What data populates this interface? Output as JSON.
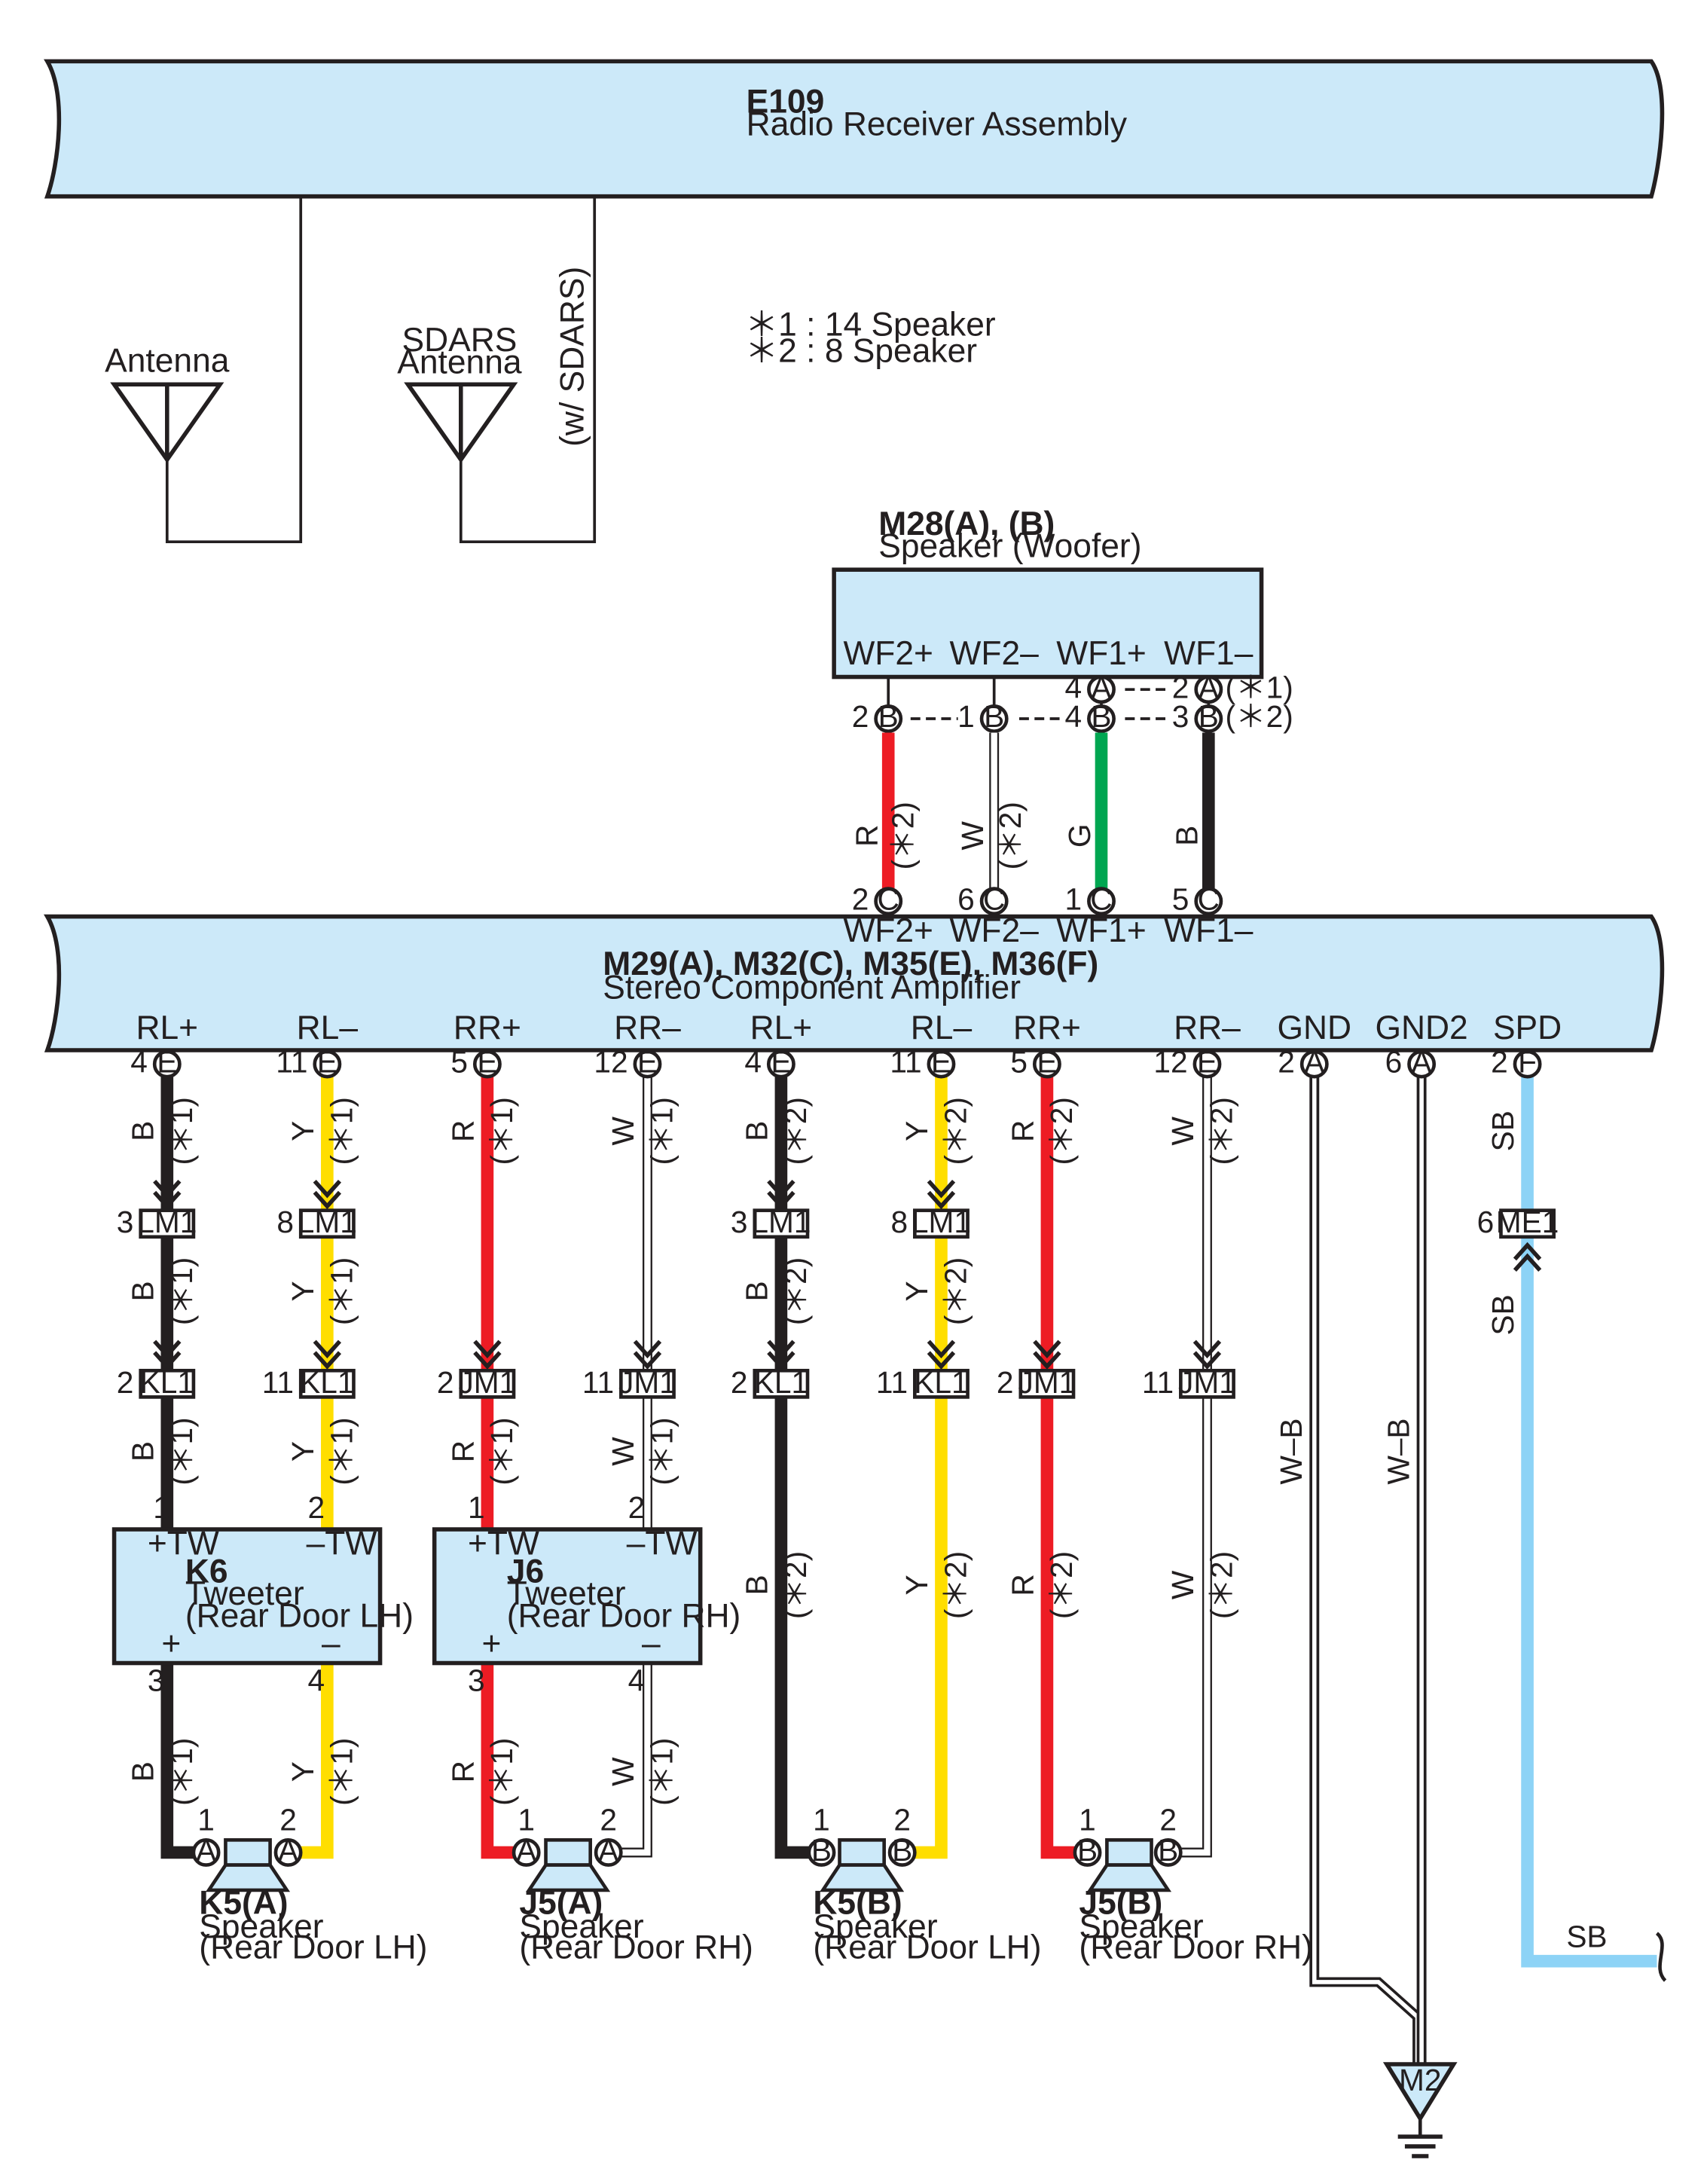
{
  "colors": {
    "component_fill": "#cce9f9",
    "outline": "#231f20",
    "wire_black": "#231f20",
    "wire_red": "#ed1c24",
    "wire_yellow": "#ffde00",
    "wire_green": "#00a651",
    "wire_white": "#ffffff",
    "wire_skyblue": "#8dd3f6"
  },
  "radio": {
    "code": "E109",
    "name": "Radio Receiver Assembly"
  },
  "antenna": {
    "label": "Antenna"
  },
  "sdars": {
    "line1": "SDARS",
    "line2": "Antenna",
    "note": "(w/ SDARS)"
  },
  "notes": [
    "＊1 : 14 Speaker",
    "＊2 : 8 Speaker"
  ],
  "woofer": {
    "code": "M28(A), (B)",
    "name": "Speaker (Woofer)",
    "terminals": [
      "WF2+",
      "WF2–",
      "WF1+",
      "WF1–"
    ],
    "pins_row1": [
      {
        "num": "4",
        "conn": "A"
      },
      {
        "num": "2",
        "conn": "A"
      }
    ],
    "pins_row2": [
      {
        "num": "2",
        "conn": "B"
      },
      {
        "num": "1",
        "conn": "B"
      },
      {
        "num": "4",
        "conn": "B"
      },
      {
        "num": "3",
        "conn": "B"
      }
    ],
    "note1": "(＊1)",
    "note2": "(＊2)"
  },
  "woofer_wires": [
    {
      "color": "R",
      "note": "(＊2)"
    },
    {
      "color": "W",
      "note": "(＊2)"
    },
    {
      "color": "G",
      "note": ""
    },
    {
      "color": "B",
      "note": ""
    }
  ],
  "amp_top_pins": [
    {
      "num": "2",
      "conn": "C",
      "term": "WF2+"
    },
    {
      "num": "6",
      "conn": "C",
      "term": "WF2–"
    },
    {
      "num": "1",
      "conn": "C",
      "term": "WF1+"
    },
    {
      "num": "5",
      "conn": "C",
      "term": "WF1–"
    }
  ],
  "amplifier": {
    "code": "M29(A), M32(C), M35(E), M36(F)",
    "name": "Stereo Component Amplifier"
  },
  "amp_bottom_pins": [
    {
      "term": "RL+",
      "num": "4",
      "conn": "E"
    },
    {
      "term": "RL–",
      "num": "11",
      "conn": "E"
    },
    {
      "term": "RR+",
      "num": "5",
      "conn": "E"
    },
    {
      "term": "RR–",
      "num": "12",
      "conn": "E"
    },
    {
      "term": "RL+",
      "num": "4",
      "conn": "E"
    },
    {
      "term": "RL–",
      "num": "11",
      "conn": "E"
    },
    {
      "term": "RR+",
      "num": "5",
      "conn": "E"
    },
    {
      "term": "RR–",
      "num": "12",
      "conn": "E"
    },
    {
      "term": "GND",
      "num": "2",
      "conn": "A"
    },
    {
      "term": "GND2",
      "num": "6",
      "conn": "A"
    },
    {
      "term": "SPD",
      "num": "2",
      "conn": "F"
    }
  ],
  "wire_labels": [
    {
      "color": "B",
      "note": "(＊1)"
    },
    {
      "color": "Y",
      "note": "(＊1)"
    },
    {
      "color": "R",
      "note": "(＊1)"
    },
    {
      "color": "W",
      "note": "(＊1)"
    },
    {
      "color": "B",
      "note": "(＊2)"
    },
    {
      "color": "Y",
      "note": "(＊2)"
    },
    {
      "color": "R",
      "note": "(＊2)"
    },
    {
      "color": "W",
      "note": "(＊2)"
    }
  ],
  "junction1": [
    {
      "num": "3",
      "name": "LM1"
    },
    {
      "num": "8",
      "name": "LM1"
    },
    {
      "num": "3",
      "name": "LM1"
    },
    {
      "num": "8",
      "name": "LM1"
    }
  ],
  "junction2": [
    {
      "num": "2",
      "name": "KL1"
    },
    {
      "num": "11",
      "name": "KL1"
    },
    {
      "num": "2",
      "name": "JM1"
    },
    {
      "num": "11",
      "name": "JM1"
    },
    {
      "num": "2",
      "name": "KL1"
    },
    {
      "num": "11",
      "name": "KL1"
    },
    {
      "num": "2",
      "name": "JM1"
    },
    {
      "num": "11",
      "name": "JM1"
    }
  ],
  "me1": {
    "num": "6",
    "name": "ME1"
  },
  "sb": "SB",
  "wb": "W–B",
  "tweeters": [
    {
      "code": "K6",
      "name": "Tweeter",
      "loc": "(Rear Door LH)",
      "in_pos": "+TW",
      "in_neg": "–TW",
      "out_pos": "+",
      "out_neg": "–",
      "pin_in1": "1",
      "pin_in2": "2",
      "pin_out1": "3",
      "pin_out2": "4"
    },
    {
      "code": "J6",
      "name": "Tweeter",
      "loc": "(Rear Door RH)",
      "in_pos": "+TW",
      "in_neg": "–TW",
      "out_pos": "+",
      "out_neg": "–",
      "pin_in1": "1",
      "pin_in2": "2",
      "pin_out1": "3",
      "pin_out2": "4"
    }
  ],
  "speakers": [
    {
      "code": "K5(A)",
      "name": "Speaker",
      "loc": "(Rear Door LH)",
      "conn": "A",
      "p1": "1",
      "p2": "2"
    },
    {
      "code": "J5(A)",
      "name": "Speaker",
      "loc": "(Rear Door RH)",
      "conn": "A",
      "p1": "1",
      "p2": "2"
    },
    {
      "code": "K5(B)",
      "name": "Speaker",
      "loc": "(Rear Door LH)",
      "conn": "B",
      "p1": "1",
      "p2": "2"
    },
    {
      "code": "J5(B)",
      "name": "Speaker",
      "loc": "(Rear Door RH)",
      "conn": "B",
      "p1": "1",
      "p2": "2"
    }
  ],
  "ground": {
    "code": "M2"
  }
}
